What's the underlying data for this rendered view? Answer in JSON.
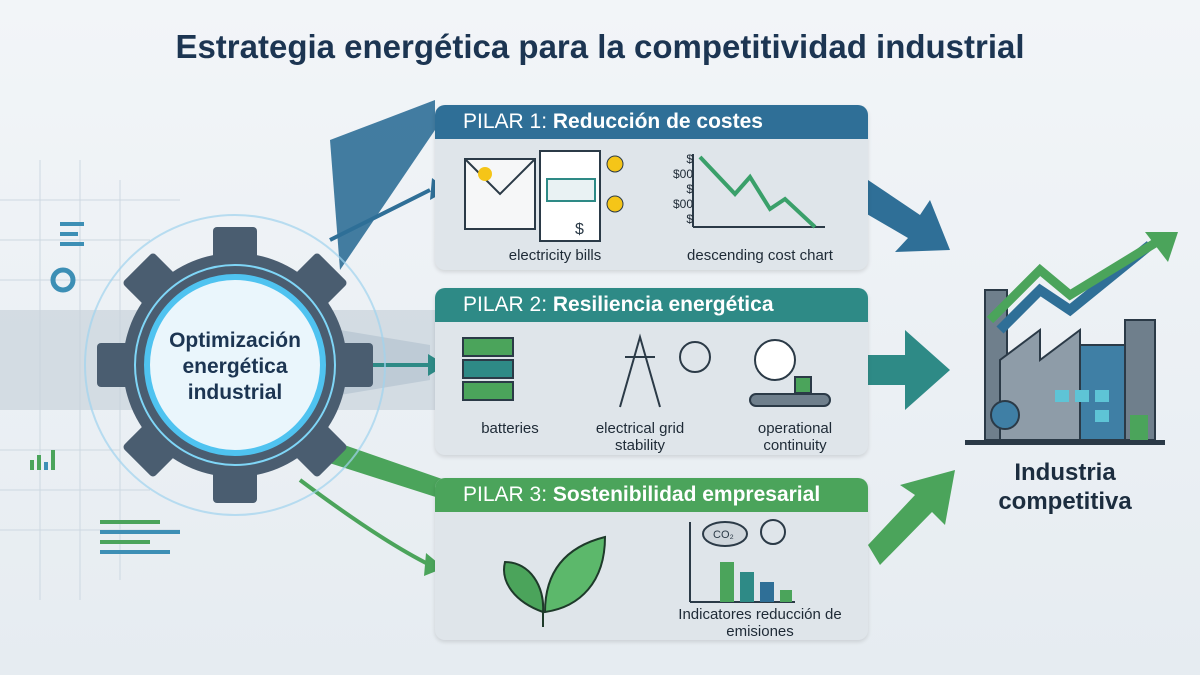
{
  "title": "Estrategia energética para la competitividad industrial",
  "center": {
    "label": "Optimización energética industrial"
  },
  "pillars": [
    {
      "prefix": "PILAR 1:",
      "name": "Reducción de costes",
      "color": "#2f6f97",
      "items": [
        "electricity bills",
        "descending cost chart"
      ],
      "chart_ticks": [
        "$",
        "$00",
        "$",
        "$00",
        "$"
      ]
    },
    {
      "prefix": "PILAR 2:",
      "name": "Resiliencia energética",
      "color": "#2e8a86",
      "items": [
        "batteries",
        "electrical grid stability",
        "operational continuity"
      ]
    },
    {
      "prefix": "PILAR 3:",
      "name": "Sostenibilidad empresarial",
      "color": "#4ba45b",
      "items": [
        "",
        "Indicatores reducción de emisiones"
      ],
      "co2": "CO₂"
    }
  ],
  "outcome": {
    "label": "Industria competitiva"
  },
  "colors": {
    "navy": "#1c3552",
    "blue": "#2f6f97",
    "teal": "#2e8a86",
    "green": "#4ba45b"
  }
}
